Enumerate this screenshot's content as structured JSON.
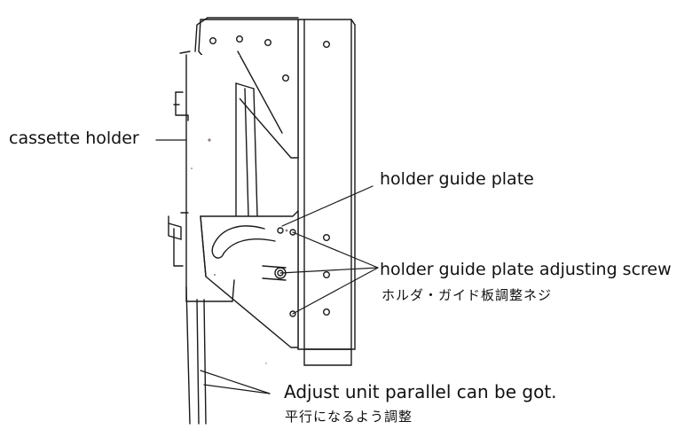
{
  "labels": {
    "cassette_holder": "cassette holder",
    "holder_guide_plate": "holder guide plate",
    "adjusting_screw_en": "holder guide plate adjusting screw",
    "adjusting_screw_jp": "ホルダ・ガイド板調整ネジ",
    "adjust_parallel_en": "Adjust unit parallel can be got.",
    "adjust_parallel_jp": "平行になるよう調整"
  },
  "colors": {
    "line": "#1a1a1a",
    "paper": "#ffffff",
    "speckle": "#8a7f7a"
  }
}
